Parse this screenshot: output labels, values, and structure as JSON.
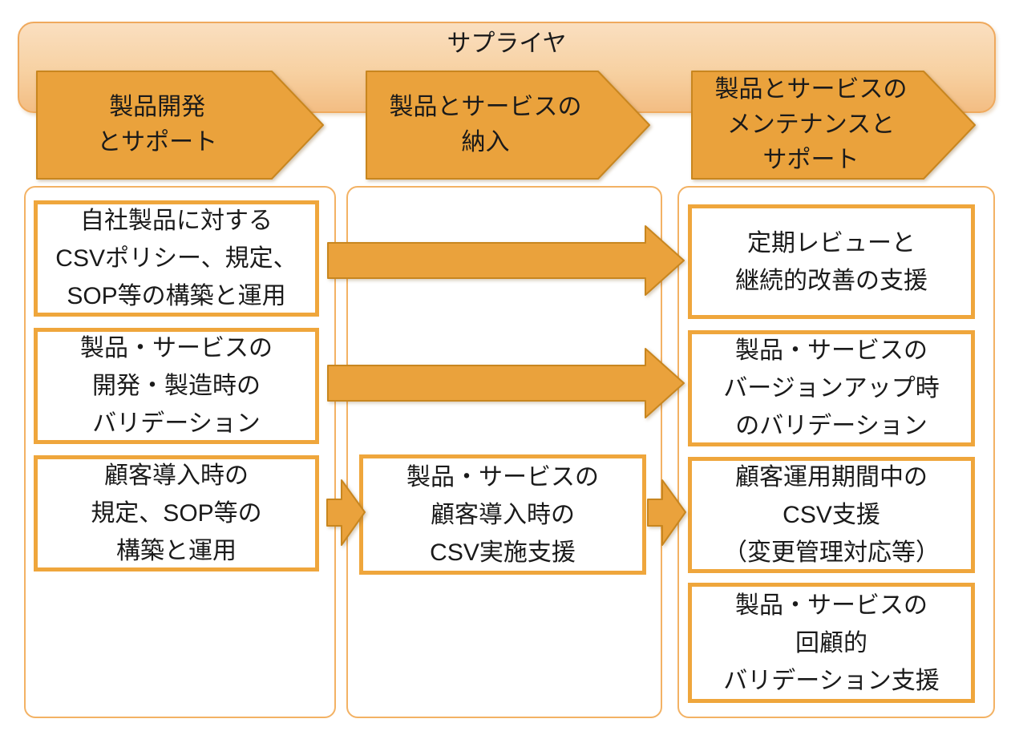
{
  "banner": {
    "title": "サプライヤ"
  },
  "phases": [
    {
      "id": "development",
      "label": "製品開発\nとサポート"
    },
    {
      "id": "delivery",
      "label": "製品とサービスの\n納入"
    },
    {
      "id": "maintenance",
      "label": "製品とサービスの\nメンテナンスと\nサポート"
    }
  ],
  "columns": [
    {
      "id": "development",
      "boxes": [
        "自社製品に対する\nCSVポリシー、規定、\nSOP等の構築と運用",
        "製品・サービスの\n開発・製造時の\nバリデーション",
        "顧客導入時の\n規定、SOP等の\n構築と運用"
      ]
    },
    {
      "id": "delivery",
      "boxes": [
        "製品・サービスの\n顧客導入時の\nCSV実施支援"
      ]
    },
    {
      "id": "maintenance",
      "boxes": [
        "定期レビューと\n継続的改善の支援",
        "製品・サービスの\nバージョンアップ時\nのバリデーション",
        "顧客運用期間中の\nCSV支援\n（変更管理対応等）",
        "製品・サービスの\n回顧的\nバリデーション支援"
      ]
    }
  ],
  "colors": {
    "shape_fill": "#EAA23C",
    "shape_border": "#C8861F",
    "box_border": "#EFA63C",
    "container_border": "#F3B264",
    "banner_fill_top": "#FADFC0",
    "banner_fill_bottom": "#F3BD83",
    "banner_border": "#EFA95D",
    "text": "#1A1A1A"
  }
}
